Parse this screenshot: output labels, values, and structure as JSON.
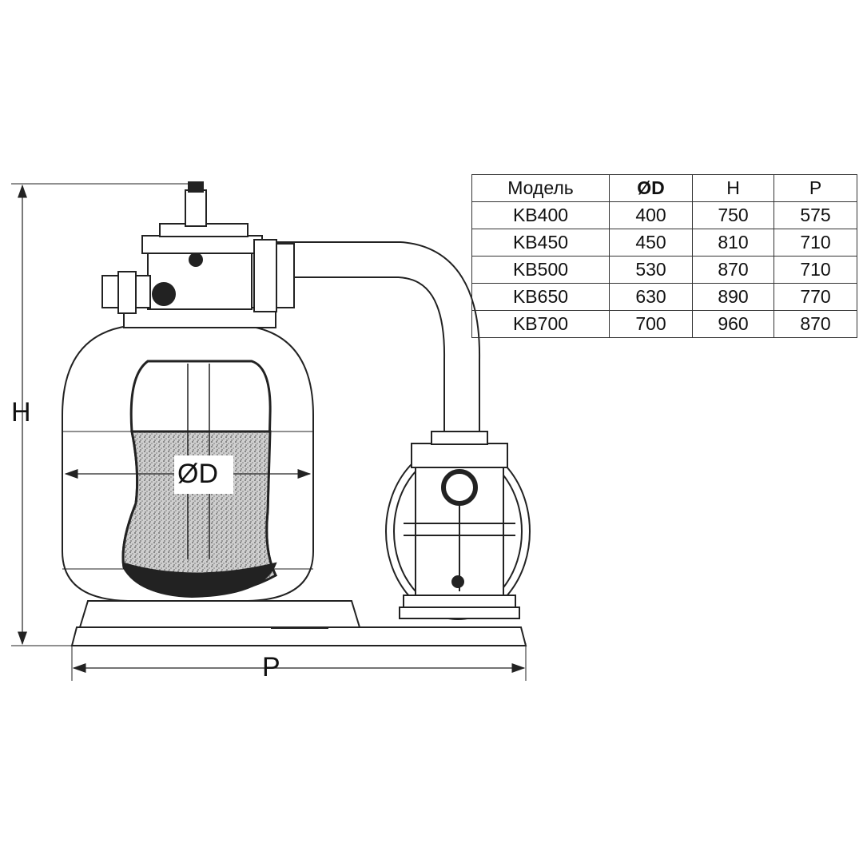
{
  "diagram": {
    "labels": {
      "height": "H",
      "diameter": "ØD",
      "length": "P"
    }
  },
  "table": {
    "headers": [
      "Модель",
      "ØD",
      "H",
      "P"
    ],
    "rows": [
      [
        "KB400",
        "400",
        "750",
        "575"
      ],
      [
        "KB450",
        "450",
        "810",
        "710"
      ],
      [
        "KB500",
        "530",
        "870",
        "710"
      ],
      [
        "KB650",
        "630",
        "890",
        "770"
      ],
      [
        "KB700",
        "700",
        "960",
        "870"
      ]
    ]
  }
}
